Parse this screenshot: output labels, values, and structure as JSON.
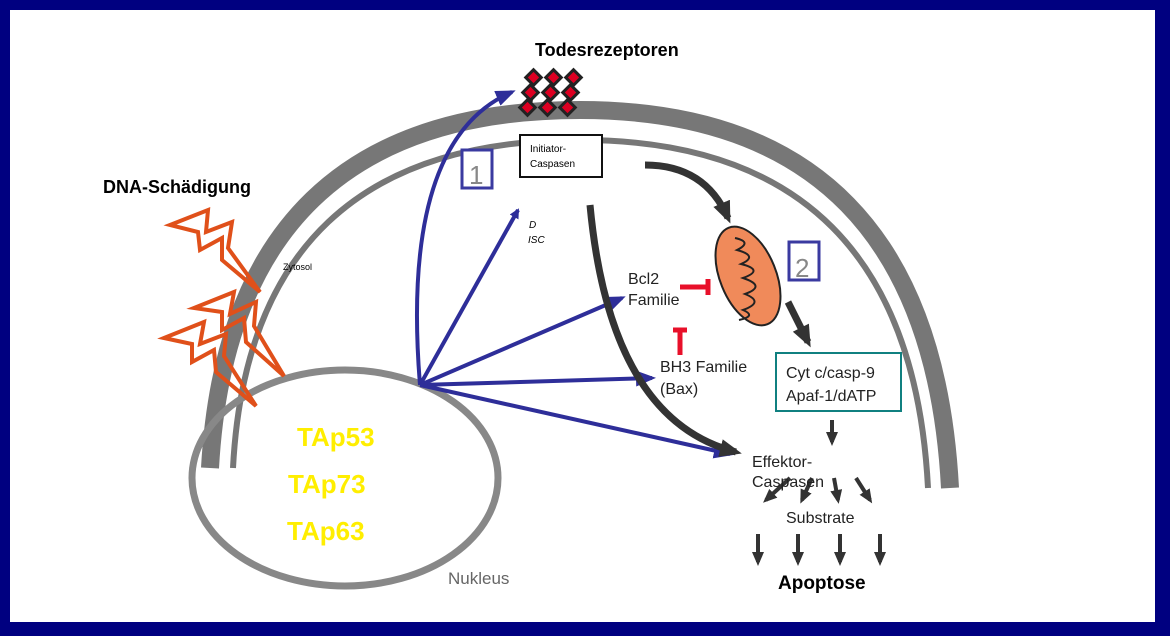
{
  "labels": {
    "death_receptors": "Todesrezeptoren",
    "dna_damage": "DNA-Schädigung",
    "cytosol": "Zytosol",
    "initiator_line1": "Initiator-",
    "initiator_line2": "Caspasen",
    "disc_line1": "D",
    "disc_line2": "ISC",
    "bcl2_line1": "Bcl2",
    "bcl2_line2": "Familie",
    "bh3_line1": "BH3 Familie",
    "bh3_line2": "(Bax)",
    "cytc_line1": "Cyt c/casp-9",
    "cytc_line2": "Apaf-1/dATP",
    "effector_line1": "Effektor-",
    "effector_line2": "Caspasen",
    "substrate": "Substrate",
    "apoptosis": "Apoptose",
    "nucleus": "Nukleus",
    "tap53": "TAp53",
    "tap73": "TAp73",
    "tap63": "TAp63",
    "pathway1": "1",
    "pathway2": "2"
  },
  "colors": {
    "background_frame": "#000080",
    "membrane": "#777777",
    "blue_arrow": "#2e2e99",
    "dark_arrow": "#333333",
    "lightning": "#e0501a",
    "receptor": "#dd0022",
    "inhibition": "#e8102a",
    "mitochondrion": "#f08a5a",
    "tap_text": "#ffee00",
    "cytc_box_border": "#108080"
  }
}
